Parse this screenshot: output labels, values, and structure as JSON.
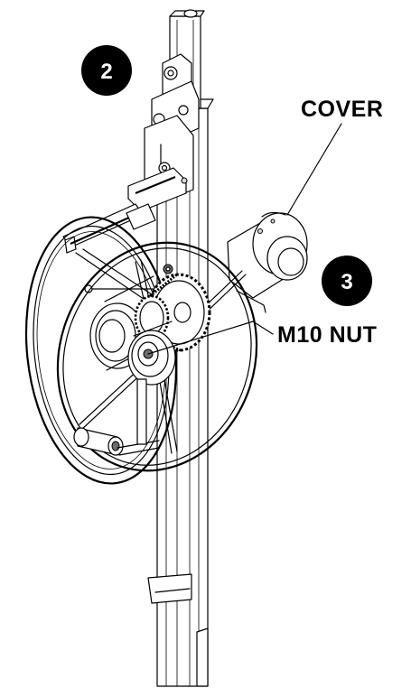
{
  "callouts": {
    "cover": "COVER",
    "nut": "M10 NUT"
  },
  "steps": {
    "step_2": "2",
    "step_3": "3"
  },
  "colors": {
    "line": "#000000",
    "background": "#ffffff",
    "badge": "#000000",
    "badge_text": "#ffffff"
  }
}
